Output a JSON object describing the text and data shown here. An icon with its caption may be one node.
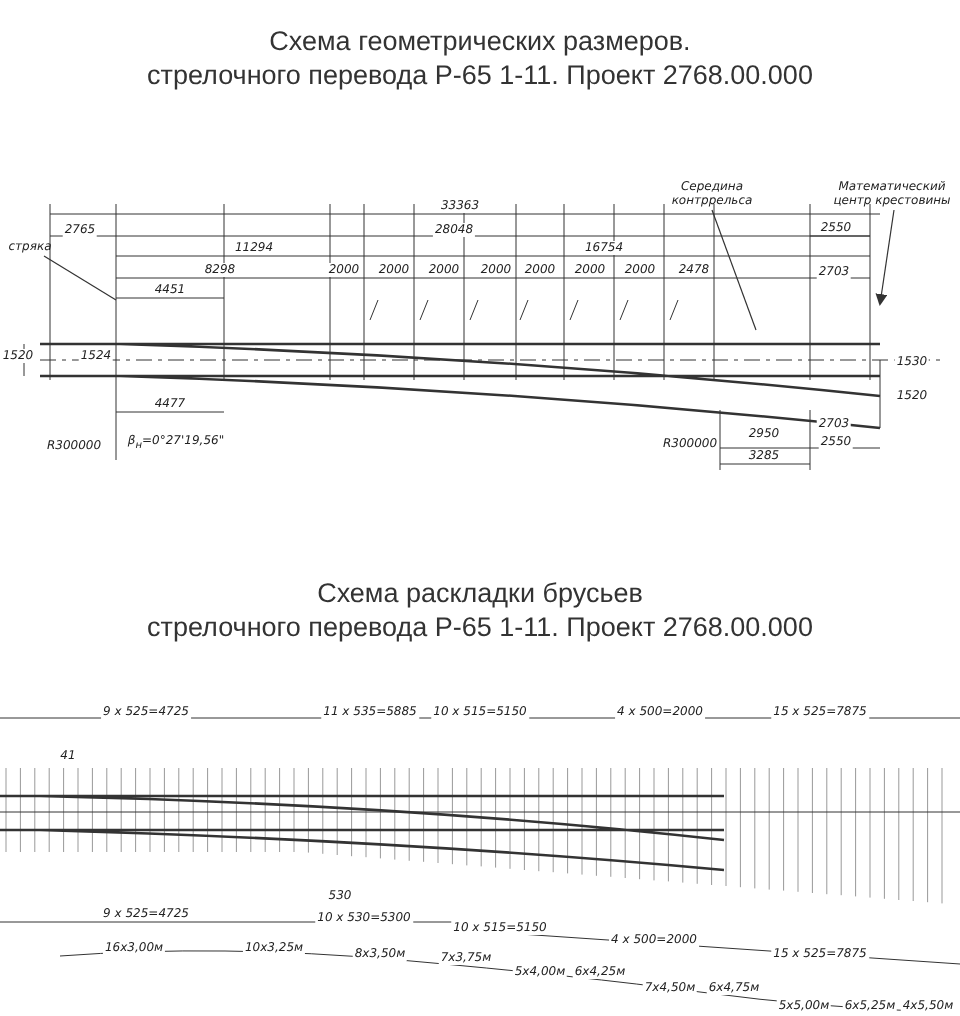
{
  "diagram": {
    "title": "Схема геометрических размеров. стрелочного перевода Р-65 1-11. Проект 2768.00.000",
    "nodes": [
      {
        "text": [
          "стряка"
        ]
      },
      {
        "text": [
          "Середина контррельса"
        ]
      },
      {
        "text": [
          "Математический центр крестовины"
        ]
      }
    ],
    "edges": [
      {
        "from": 0,
        "to": null,
        "arrow": "none"
      },
      {
        "from": 1,
        "to": null,
        "arrow": "none"
      },
      {
        "from": 2,
        "to": null,
        "arrow": "to"
      }
    ],
    "labels": [
      "33363",
      "2765",
      "28048",
      "2550",
      "11294",
      "16754",
      "8298",
      "2000",
      "2000",
      "2000",
      "2000",
      "2000",
      "2000",
      "2000",
      "2478",
      "2703",
      "4451",
      "1520",
      "1524",
      "1530",
      "1520",
      "4477",
      "R300000",
      "β$_{н}$=0°27'19,56\"",
      "R300000",
      "2950",
      "2703",
      "3285",
      "2550",
      "Схема раскладки брусьев стрелочного перевода Р-65 1-11. Проект 2768.00.000",
      "9 x 525=4725",
      "11 x 535=5885",
      "10 x 515=5150",
      "4 x 500=2000",
      "15 x 525=7875",
      "41",
      "530",
      "9 x 525=4725",
      "10 x 530=5300",
      "10 x 515=5150",
      "4 x 500=2000",
      "15 x 525=7875",
      "16x3,00м",
      "10x3,25м",
      "8x3,50м",
      "7x3,75м",
      "5x4,00м",
      "6x4,25м",
      "7x4,50м",
      "6x4,75м",
      "5x5,00м",
      "6x5,25м",
      "4x5,50м"
    ]
  }
}
